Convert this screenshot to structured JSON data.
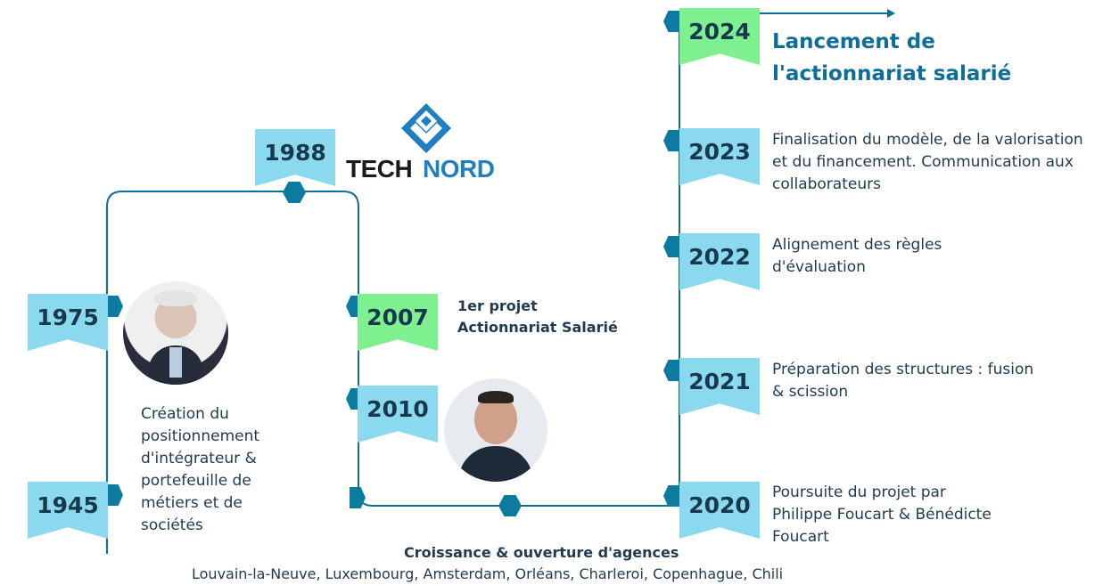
{
  "years": {
    "y1945": "1945",
    "y1975": "1975",
    "y1988": "1988",
    "y2007": "2007",
    "y2010": "2010",
    "y2020": "2020",
    "y2021": "2021",
    "y2022": "2022",
    "y2023": "2023",
    "y2024": "2024"
  },
  "milestones": {
    "m1975": "Création du positionnement d'intégrateur & portefeuille de métiers et de sociétés",
    "m2007_line1": "1er projet",
    "m2007_line2": "Actionnariat Salarié",
    "m2020": "Poursuite du projet par Philippe Foucart & Bénédicte Foucart",
    "m2021": "Préparation des structures : fusion & scission",
    "m2022": "Alignement des règles d'évaluation",
    "m2023": "Finalisation du modèle, de la valorisation et du financement. Communication aux collaborateurs",
    "m2024_line1": "Lancement  de",
    "m2024_line2": "l'actionnariat salarié"
  },
  "logo": {
    "part1": "TECH",
    "part2": "NORD"
  },
  "growth": {
    "title": "Croissance & ouverture d'agences",
    "cities": "Louvain-la-Neuve, Luxembourg, Amsterdam, Orléans, Charleroi, Copenhague, Chili"
  },
  "colors": {
    "line": "#0d6e98",
    "flag_blue": "#8ad9ee",
    "flag_green": "#7ef08f",
    "accent": "#0d6e98",
    "logo_dark": "#1a1a1a",
    "logo_blue": "#1f7fc0"
  }
}
